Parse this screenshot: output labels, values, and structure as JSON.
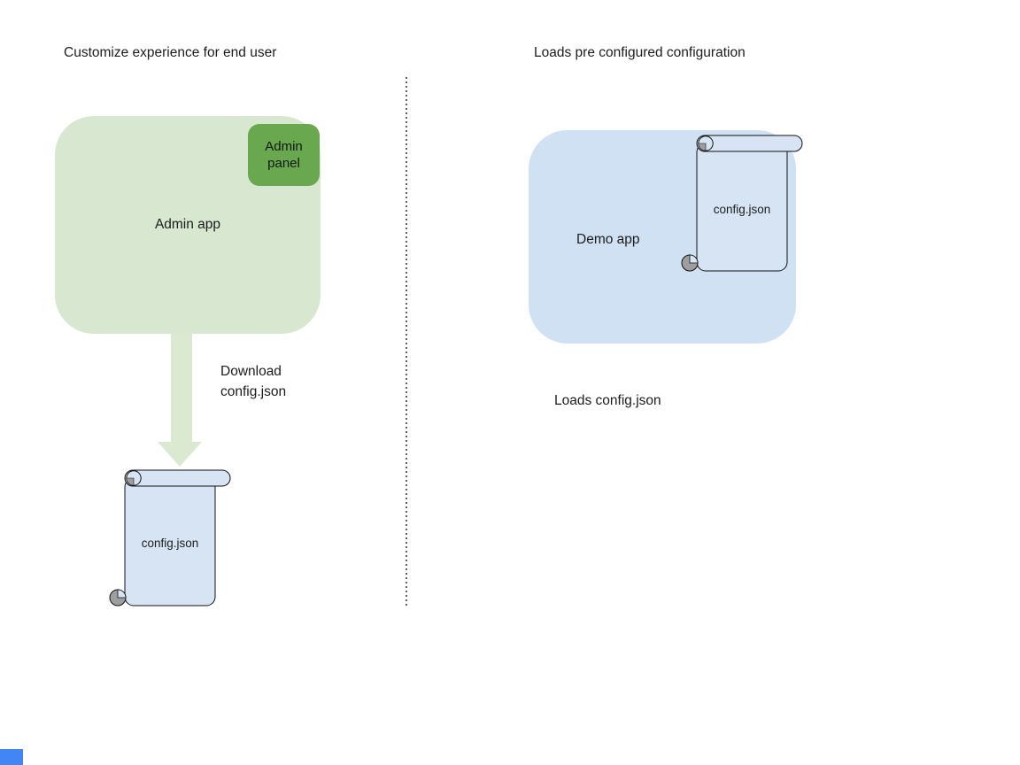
{
  "page": {
    "background": "#ffffff"
  },
  "left_section": {
    "heading": "Customize experience for end user",
    "admin_app": {
      "label": "Admin app",
      "fill": "#d8e7d0"
    },
    "admin_panel": {
      "label": "Admin panel",
      "fill": "#6aa84f"
    },
    "download_arrow": {
      "caption": "Download config.json",
      "fill": "#dbe9d0"
    },
    "config_scroll": {
      "label": "config.json",
      "fill": "#d6e4f4"
    }
  },
  "divider": {
    "style": "dotted",
    "color": "#5f5f5f"
  },
  "right_section": {
    "heading": "Loads pre configured configuration",
    "demo_app": {
      "label": "Demo app",
      "fill": "#cfe1f2"
    },
    "config_scroll": {
      "label": "config.json",
      "fill": "#d6e4f4"
    },
    "caption": "Loads config.json"
  },
  "decorations": {
    "corner_square_color": "#4285f4"
  }
}
